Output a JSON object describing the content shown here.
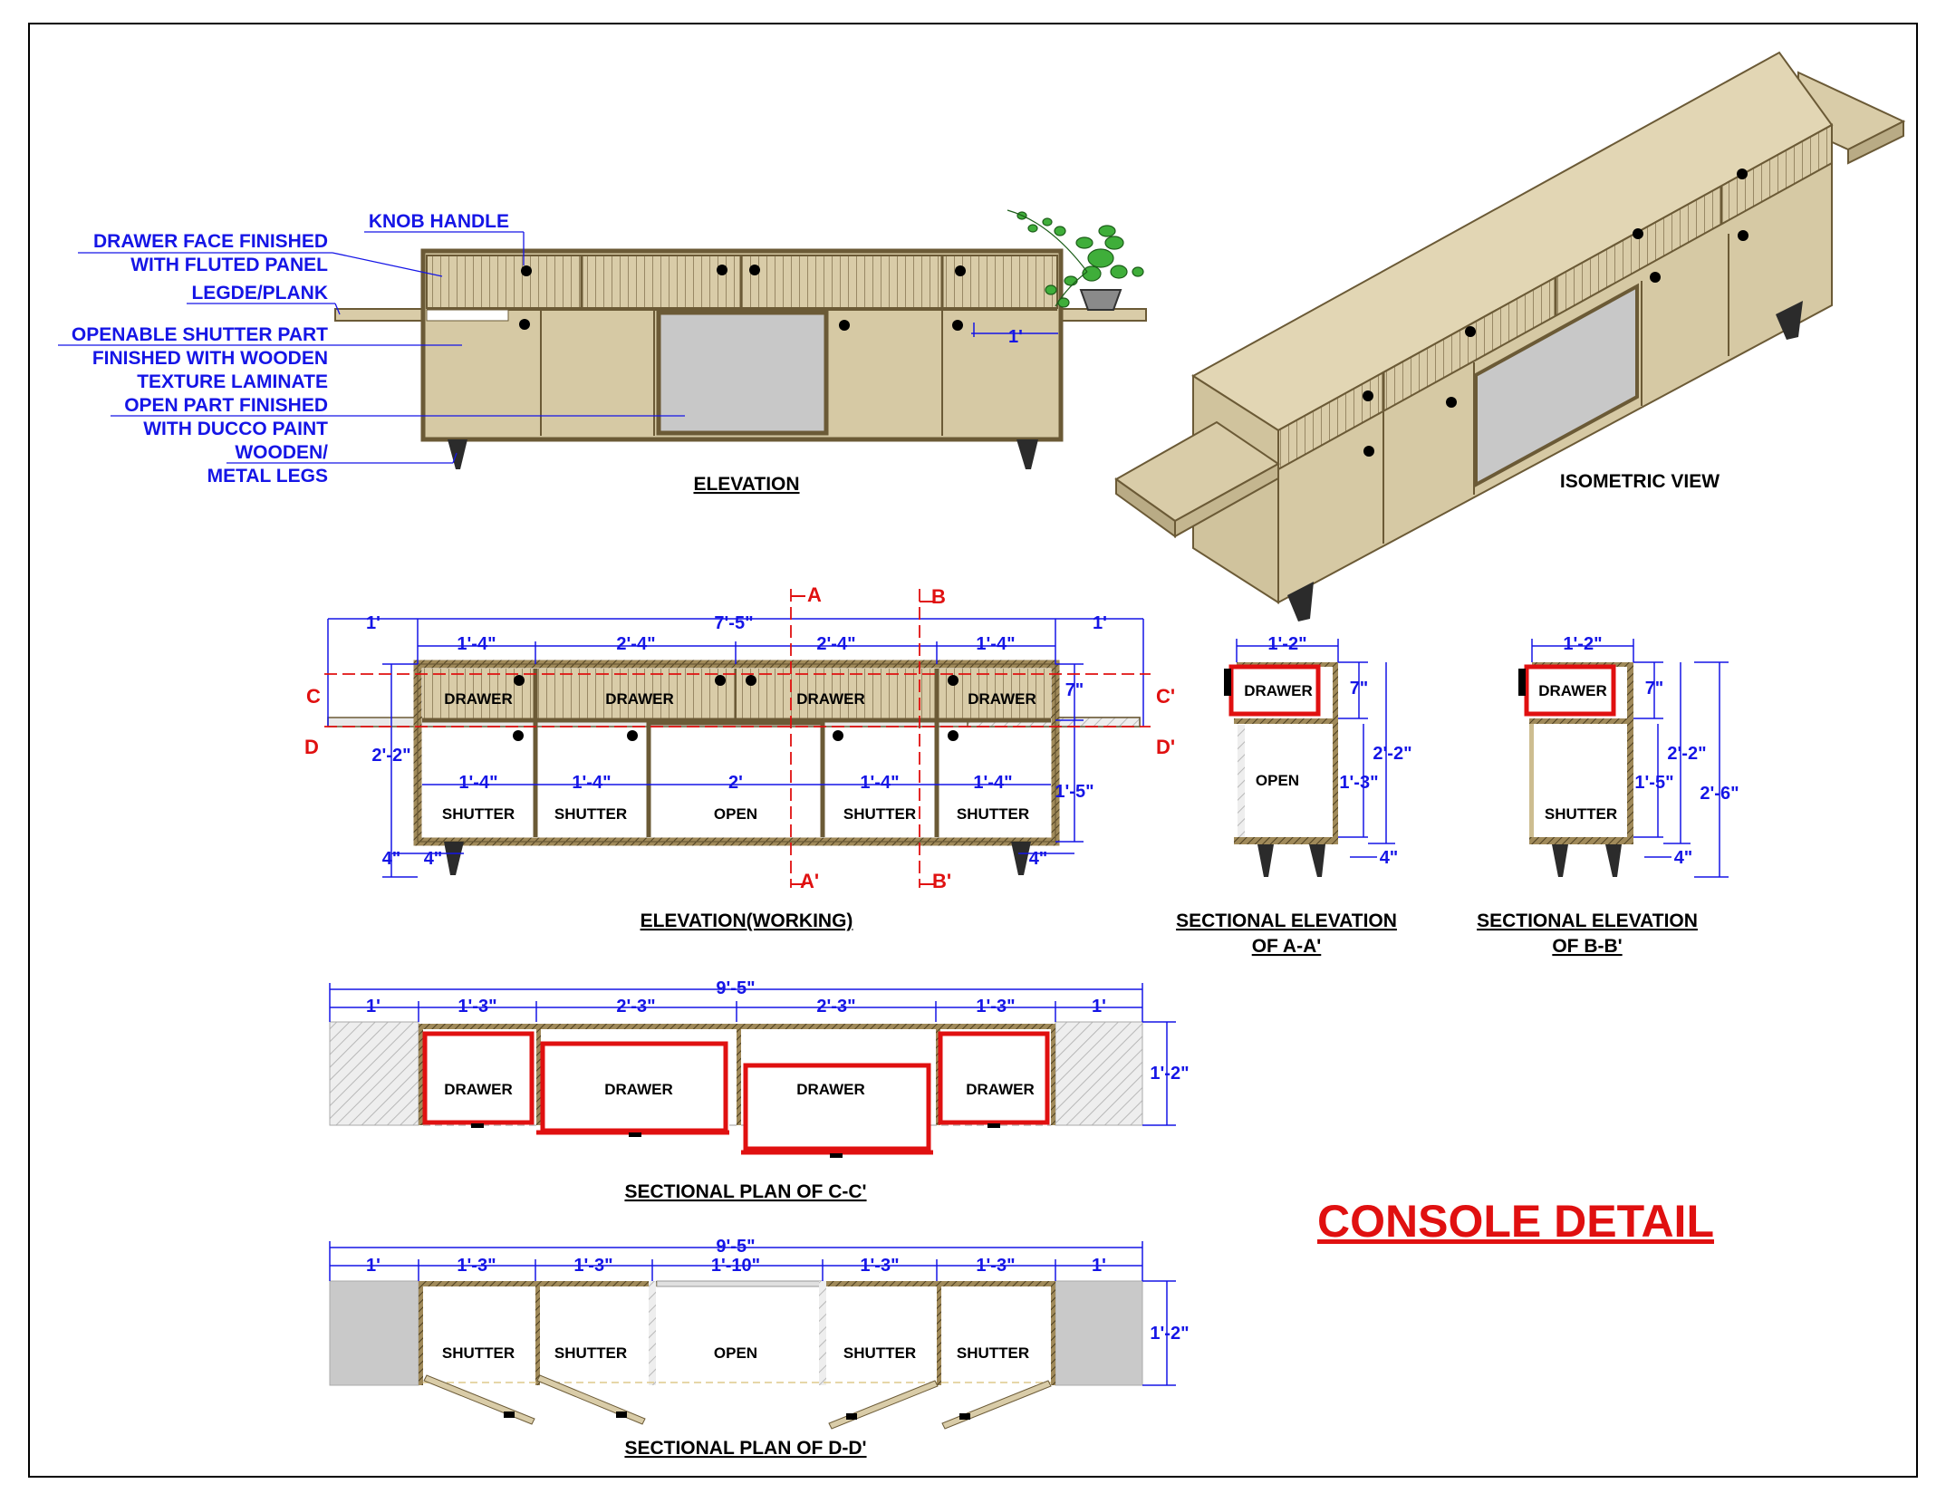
{
  "title": "CONSOLE DETAIL",
  "colors": {
    "dimension": "#1515e6",
    "section": "#e01010",
    "wood": "#d6c9a4",
    "frame": "#6b5a36",
    "glass": "#c8c8c8"
  },
  "elevation": {
    "title": "ELEVATION",
    "callouts": [
      [
        "DRAWER FACE FINISHED",
        "WITH FLUTED PANEL"
      ],
      [
        "KNOB HANDLE"
      ],
      [
        "LEGDE/PLANK"
      ],
      [
        "OPENABLE SHUTTER PART",
        "FINISHED WITH WOODEN",
        "TEXTURE LAMINATE"
      ],
      [
        "OPEN PART FINISHED",
        "WITH DUCCO PAINT"
      ],
      [
        "WOODEN/",
        "METAL LEGS"
      ]
    ],
    "dim_1": "1'"
  },
  "isometric": {
    "title": "ISOMETRIC VIEW"
  },
  "working": {
    "title": "ELEVATION(WORKING)",
    "overall": "7'-5\"",
    "side_left": "1'",
    "side_right": "1'",
    "top_dims": [
      "1'-4\"",
      "2'-4\"",
      "2'-4\"",
      "1'-4\""
    ],
    "mid_dims": [
      "1'-4\"",
      "1'-4\"",
      "2'",
      "1'-4\"",
      "1'-4\""
    ],
    "drawers": [
      "DRAWER",
      "DRAWER",
      "DRAWER",
      "DRAWER"
    ],
    "cells": [
      "SHUTTER",
      "SHUTTER",
      "OPEN",
      "SHUTTER",
      "SHUTTER"
    ],
    "height_left": "2'-2\"",
    "height_right_top": "7\"",
    "height_right_low": "1'-5\"",
    "legs_left": [
      "4\"",
      "4\""
    ],
    "legs_right": "4\"",
    "sec_marks": {
      "a": "A",
      "a2": "A'",
      "b": "B",
      "b2": "B'",
      "c": "C",
      "c2": "C'",
      "d": "D",
      "d2": "D'"
    }
  },
  "sec_aa": {
    "title": [
      "SECTIONAL ELEVATION",
      "OF A-A'"
    ],
    "width": "1'-2\"",
    "drawer": "DRAWER",
    "cell": "OPEN",
    "dims": [
      "7\"",
      "2'-2\"",
      "1'-3\"",
      "4\""
    ]
  },
  "sec_bb": {
    "title": [
      "SECTIONAL ELEVATION",
      "OF B-B'"
    ],
    "width": "1'-2\"",
    "drawer": "DRAWER",
    "cell": "SHUTTER",
    "dims": [
      "7\"",
      "2'-2\"",
      "1'-5\"",
      "2'-6\"",
      "4\""
    ]
  },
  "plan_cc": {
    "title": "SECTIONAL PLAN OF C-C'",
    "overall": "9'-5\"",
    "dims": [
      "1'",
      "1'-3\"",
      "2'-3\"",
      "2'-3\"",
      "1'-3\"",
      "1'"
    ],
    "depth": "1'-2\"",
    "cells": [
      "DRAWER",
      "DRAWER",
      "DRAWER",
      "DRAWER"
    ]
  },
  "plan_dd": {
    "title": "SECTIONAL PLAN OF D-D'",
    "overall": "9'-5\"",
    "dims": [
      "1'",
      "1'-3\"",
      "1'-3\"",
      "1'-10\"",
      "1'-3\"",
      "1'-3\"",
      "1'"
    ],
    "depth": "1'-2\"",
    "cells": [
      "SHUTTER",
      "SHUTTER",
      "OPEN",
      "SHUTTER",
      "SHUTTER"
    ]
  }
}
